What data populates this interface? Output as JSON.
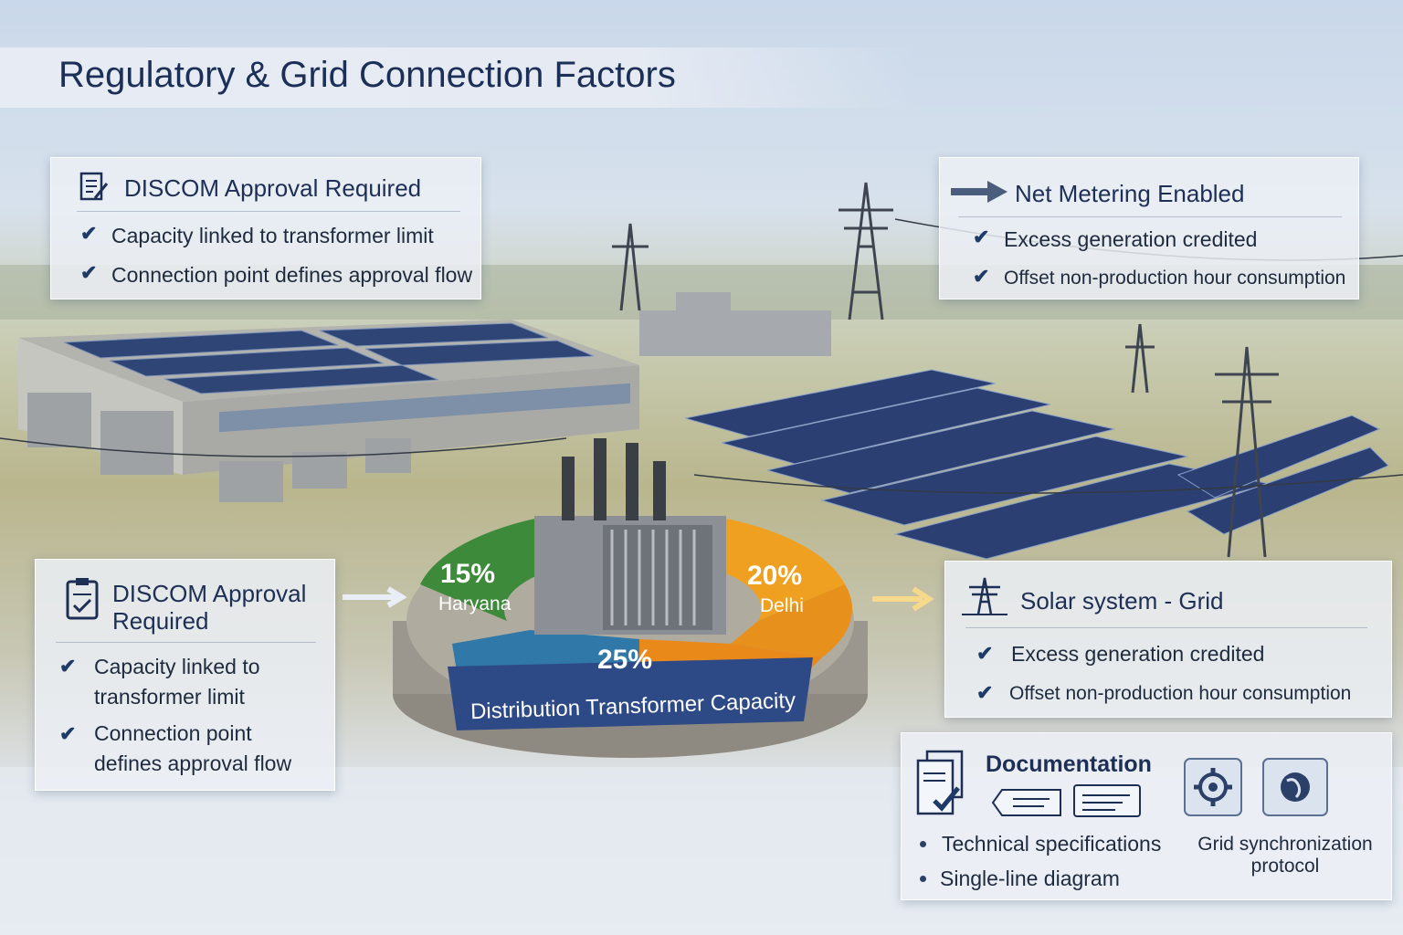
{
  "page_title": "Regulatory & Grid Connection Factors",
  "panel_top_left": {
    "title": "DISCOM Approval Required",
    "items": [
      "Capacity linked to transformer limit",
      "Connection point defines approval flow"
    ]
  },
  "panel_top_right": {
    "title": "Net Metering Enabled",
    "items": [
      "Excess generation credited",
      "Offset non-production hour consumption"
    ]
  },
  "panel_mid_left": {
    "title": "DISCOM Approval Required",
    "items": [
      "Capacity linked to transformer limit",
      "Connection point defines approval flow"
    ]
  },
  "panel_mid_right": {
    "title": "Solar system - Grid",
    "items": [
      "Excess generation credited",
      "Offset non-production hour consumption"
    ]
  },
  "panel_docs": {
    "title": "Documentation",
    "items": [
      "Technical specifications",
      "Single-line diagram",
      "Grid synchronization protocol"
    ]
  },
  "ring": {
    "label": "Distribution Transformer Capacity",
    "segments": [
      {
        "value": "15%",
        "region": "Haryana",
        "color": "#3d8a3a"
      },
      {
        "value": "20%",
        "region": "Delhi",
        "color": "#f0a020"
      },
      {
        "value": "25%",
        "region": "",
        "color": "#2f78a8"
      }
    ]
  },
  "colors": {
    "title": "#1b2f57",
    "panel_bg": "#eceff6",
    "ring_band": "#2e4a86"
  }
}
